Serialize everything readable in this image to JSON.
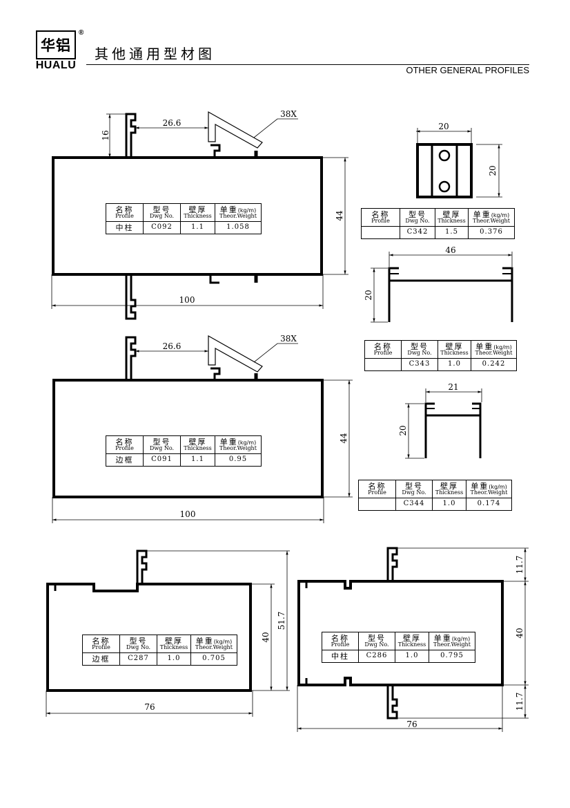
{
  "header": {
    "logo_cn": "华铝",
    "logo_en": "HUALU",
    "registered_mark": "®",
    "title_cn": "其他通用型材图",
    "title_en": "OTHER GENERAL PROFILES"
  },
  "table_headers": {
    "profile_cn": "名称",
    "profile_en": "Profile",
    "dwg_cn": "型号",
    "dwg_en": "Dwg No.",
    "thickness_cn": "壁厚",
    "thickness_en": "Thickness",
    "weight_cn": "单重",
    "weight_unit": "(kg/m)",
    "weight_en": "Theor.Weight"
  },
  "profiles": {
    "c092": {
      "name": "中柱",
      "dwg": "C092",
      "thickness": "1.1",
      "weight": "1.058"
    },
    "c342": {
      "name": "",
      "dwg": "C342",
      "thickness": "1.5",
      "weight": "0.376"
    },
    "c343": {
      "name": "",
      "dwg": "C343",
      "thickness": "1.0",
      "weight": "0.242"
    },
    "c091": {
      "name": "边框",
      "dwg": "C091",
      "thickness": "1.1",
      "weight": "0.95"
    },
    "c344": {
      "name": "",
      "dwg": "C344",
      "thickness": "1.0",
      "weight": "0.174"
    },
    "c287": {
      "name": "边框",
      "dwg": "C287",
      "thickness": "1.0",
      "weight": "0.705"
    },
    "c286": {
      "name": "中柱",
      "dwg": "C286",
      "thickness": "1.0",
      "weight": "0.795"
    }
  },
  "dimensions": {
    "c092": {
      "top_flange": "16",
      "gap": "26.6",
      "glazing": "38X",
      "height": "44",
      "width": "100"
    },
    "c342": {
      "width": "20",
      "height": "20"
    },
    "c343": {
      "width": "46",
      "height": "20"
    },
    "c091": {
      "gap": "26.6",
      "glazing": "38X",
      "height": "44",
      "width": "100"
    },
    "c344": {
      "width": "21",
      "height": "20"
    },
    "c287": {
      "inner_height": "40",
      "total_height": "51.7",
      "width": "76"
    },
    "c286": {
      "top_ext": "11.7",
      "inner_height": "40",
      "bottom_ext": "11.7",
      "width": "76"
    }
  }
}
